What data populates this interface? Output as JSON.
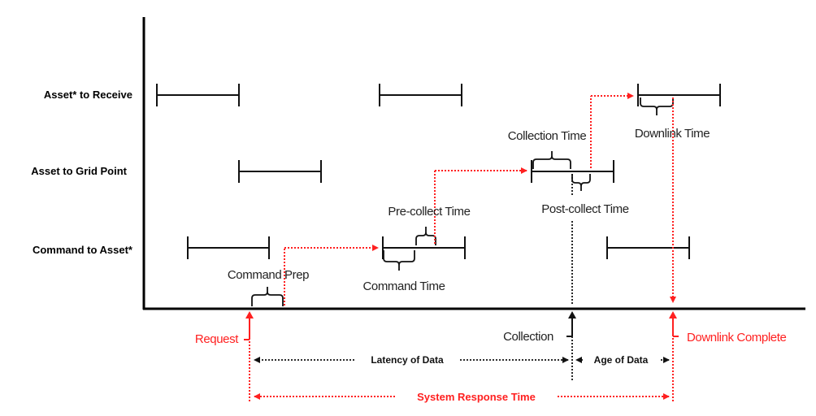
{
  "diagram": {
    "type": "timeline",
    "colors": {
      "primary": "#111111",
      "highlight": "#ff2020"
    },
    "rows": [
      {
        "id": "receive",
        "label": "Asset* to Receive"
      },
      {
        "id": "grid",
        "label": "Asset to Grid Point"
      },
      {
        "id": "command",
        "label": "Command to Asset*"
      }
    ],
    "annotations": {
      "command_prep": "Command Prep",
      "command_time": "Command Time",
      "pre_collect_time": "Pre-collect Time",
      "collection_time": "Collection Time",
      "post_collect_time": "Post-collect Time",
      "downlink_time": "Downlink Time"
    },
    "events": {
      "request": "Request",
      "collection": "Collection",
      "downlink_complete": "Downlink Complete"
    },
    "spans": {
      "latency": "Latency of Data",
      "age": "Age of Data",
      "system_response": "System Response Time"
    }
  }
}
